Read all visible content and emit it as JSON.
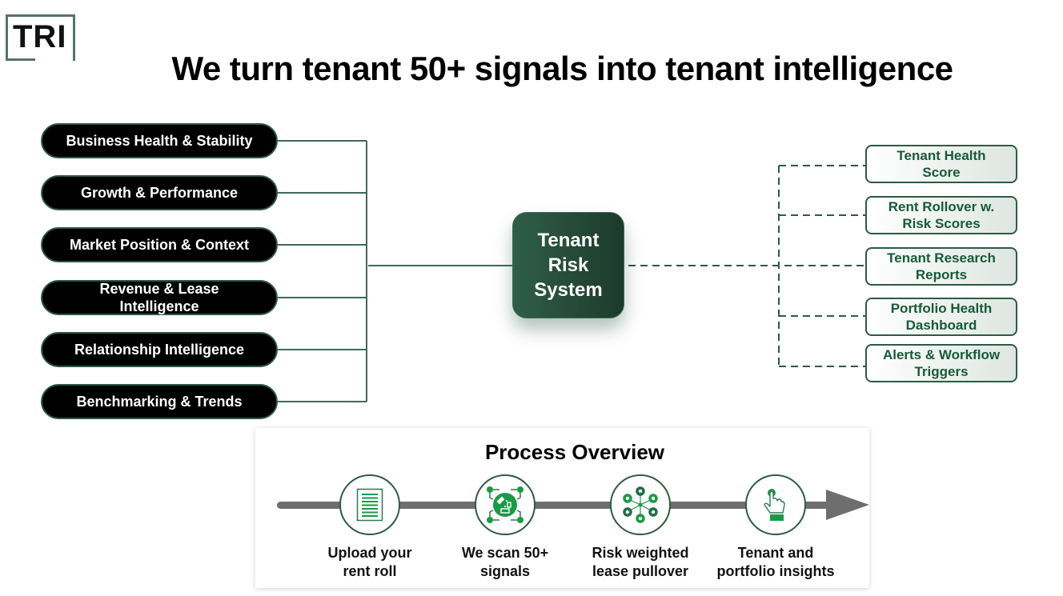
{
  "logo": {
    "text": "TRI"
  },
  "title": "We turn tenant 50+ signals into tenant intelligence",
  "signals": [
    {
      "label": "Business Health & Stability"
    },
    {
      "label": "Growth & Performance"
    },
    {
      "label": "Market Position & Context"
    },
    {
      "label_line1": "Revenue & Lease",
      "label_line2": "Intelligence"
    },
    {
      "label": "Relationship Intelligence"
    },
    {
      "label": "Benchmarking & Trends"
    }
  ],
  "hub": {
    "line1": "Tenant",
    "line2": "Risk",
    "line3": "System"
  },
  "outputs": [
    {
      "line1": "Tenant Health",
      "line2": "Score"
    },
    {
      "line1": "Rent Rollover w.",
      "line2": "Risk Scores"
    },
    {
      "line1": "Tenant Research",
      "line2": "Reports"
    },
    {
      "line1": "Portfolio Health",
      "line2": "Dashboard"
    },
    {
      "line1": "Alerts & Workflow",
      "line2": "Triggers"
    }
  ],
  "process": {
    "title": "Process Overview",
    "steps": [
      {
        "icon": "document-icon",
        "line1": "Upload your",
        "line2": "rent roll"
      },
      {
        "icon": "scan-icon",
        "line1": "We scan 50+",
        "line2": "signals"
      },
      {
        "icon": "network-icon",
        "line1": "Risk weighted",
        "line2": "lease pullover"
      },
      {
        "icon": "pointer-hand-icon",
        "line1": "Tenant and",
        "line2": "portfolio insights"
      }
    ]
  },
  "colors": {
    "brand_dark_green": "#2e5a44",
    "output_text_green": "#175a39",
    "icon_green": "#1a9a45",
    "timeline_gray": "#6e6e6e"
  }
}
